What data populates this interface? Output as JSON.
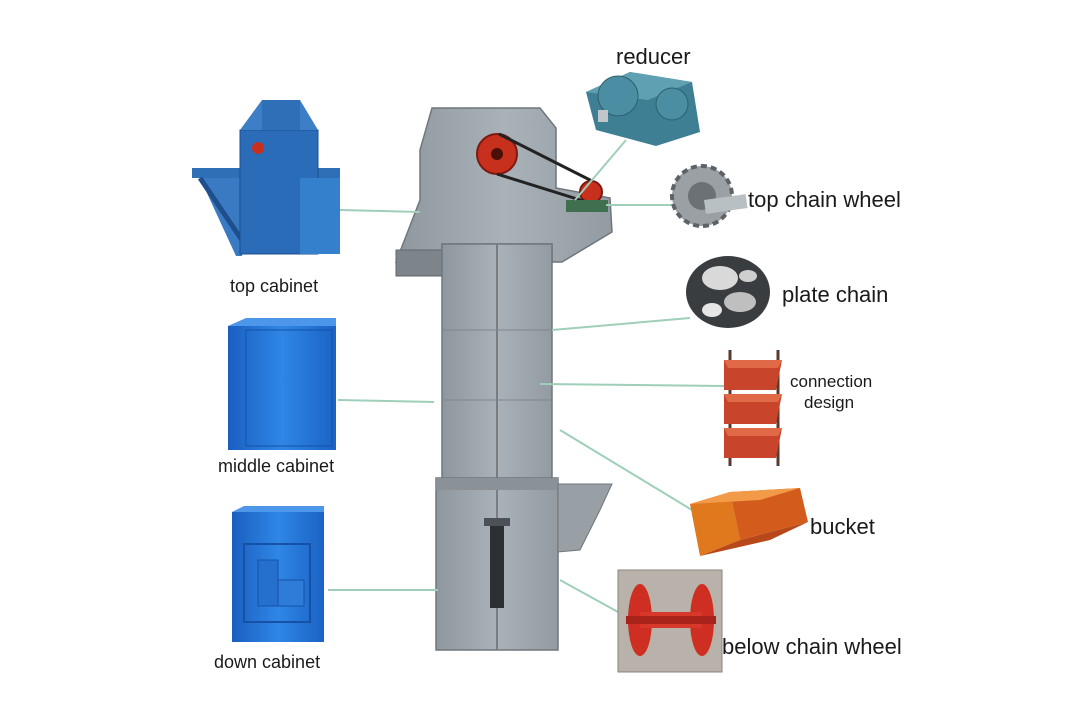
{
  "labels": {
    "top_cabinet": "top cabinet",
    "middle_cabinet": "middle cabinet",
    "down_cabinet": "down cabinet",
    "reducer": "reducer",
    "top_chain_wheel": "top chain wheel",
    "plate_chain": "plate chain",
    "connection": "connection",
    "design": "design",
    "bucket": "bucket",
    "below_chain_wheel": "below chain wheel"
  },
  "colors": {
    "elevator_body": "#a3abb2",
    "cabinet_blue": "#1f6fd0",
    "pulley_red": "#c8301e",
    "bucket_orange": "#d9581e",
    "leader_line": "#9fcfb8"
  }
}
